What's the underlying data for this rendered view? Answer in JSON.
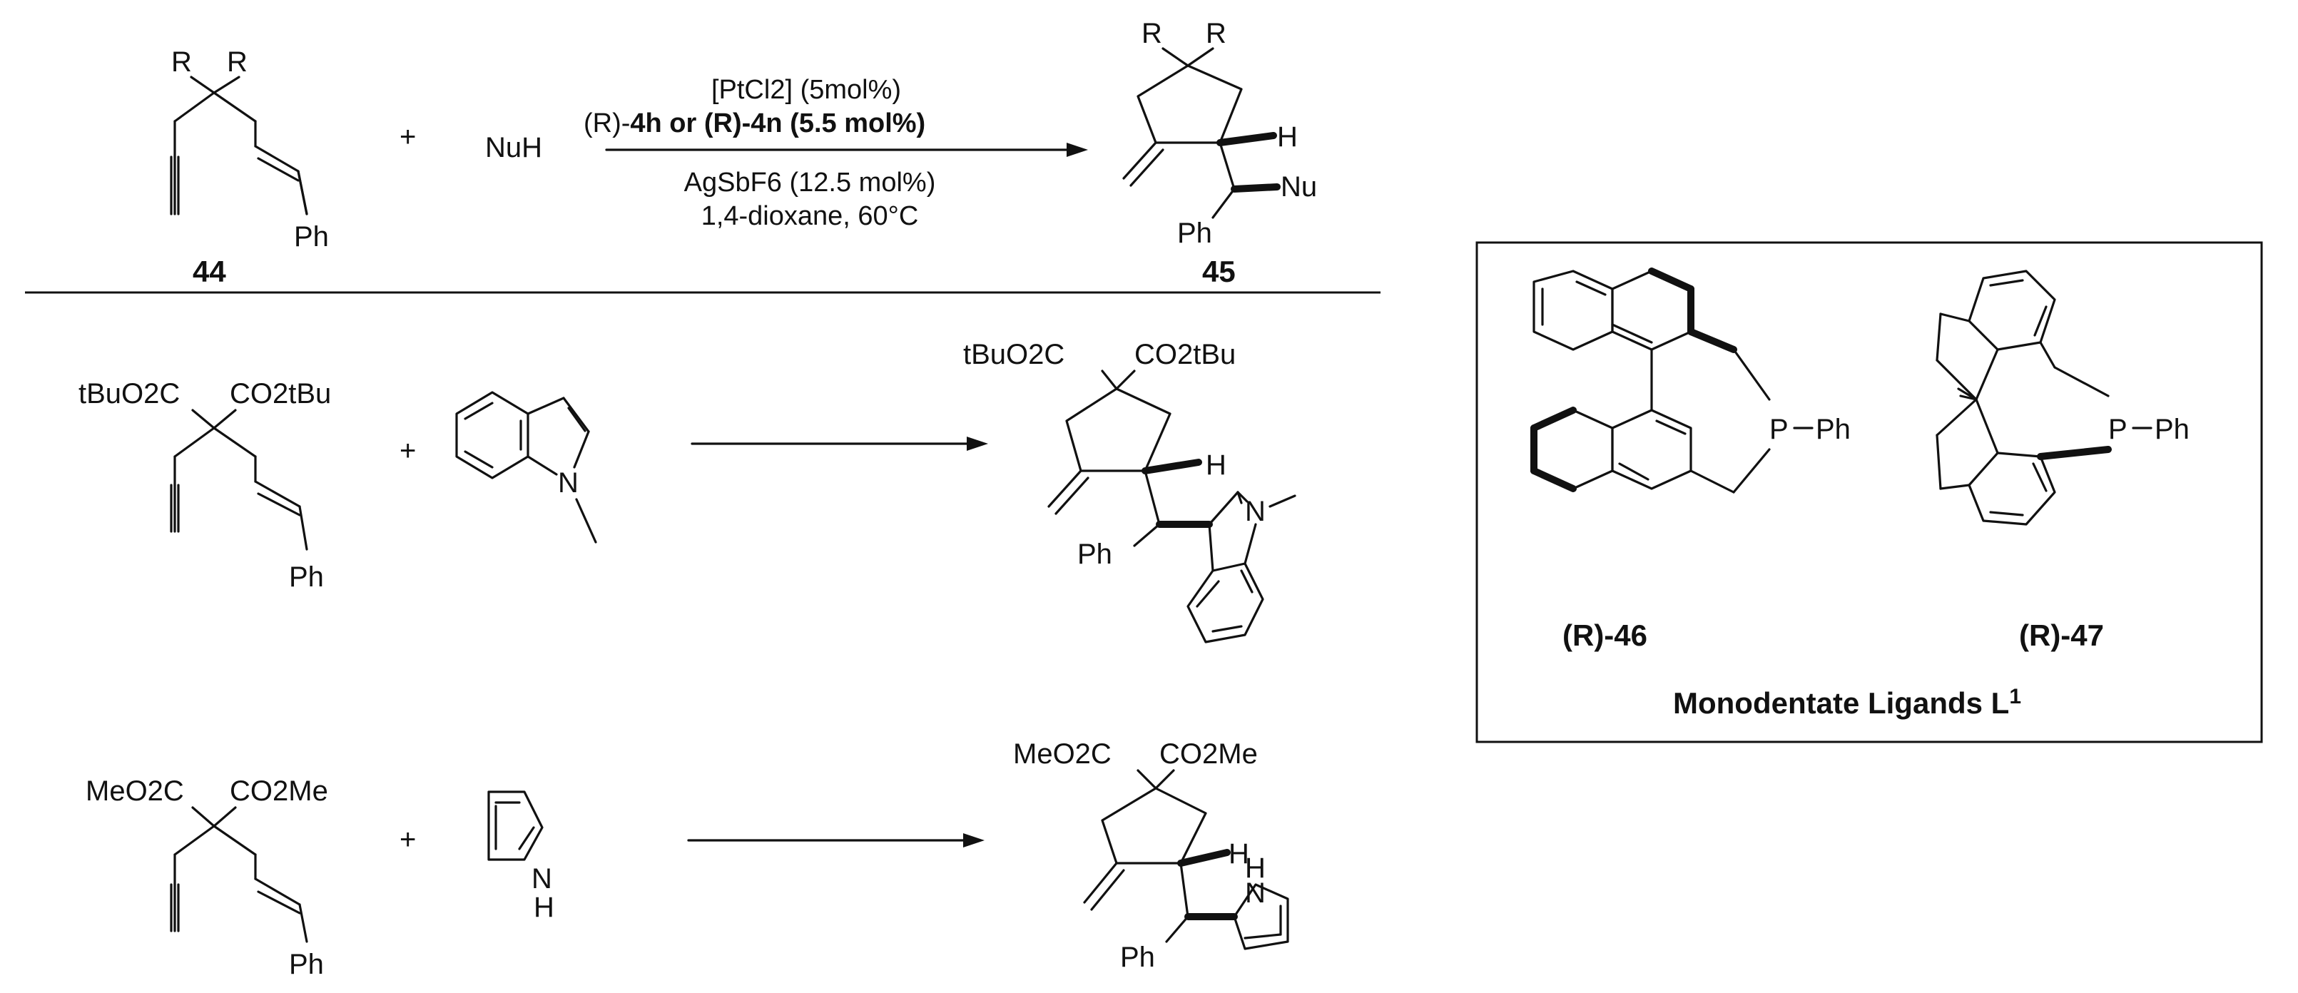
{
  "colors": {
    "ink": "#111111",
    "background": "#ffffff"
  },
  "scheme": {
    "reactant_44": {
      "substituent_top_1": "R",
      "substituent_top_2": "R",
      "aryl": "Ph",
      "number": "44"
    },
    "plus": "+",
    "nucleophile": "NuH",
    "conditions": {
      "catalyst": "[PtCl2] (5mol%)",
      "ligand_prefix": "(R)-",
      "ligand_bold": "4h or (R)-4n (5.5 mol%)",
      "silver_salt": "AgSbF6 (12.5 mol%)",
      "solvent_temp": "1,4-dioxane, 60°C"
    },
    "product_45": {
      "substituent_top_1": "R",
      "substituent_top_2": "R",
      "stereo_h": "H",
      "nu": "Nu",
      "aryl": "Ph",
      "number": "45"
    }
  },
  "examples": [
    {
      "substrate_ester_left": "tBuO2C",
      "substrate_ester_right": "CO2tBu",
      "substrate_aryl": "Ph",
      "nucleophile_atom": "N",
      "product_ester_left": "tBuO2C",
      "product_ester_right": "CO2tBu",
      "product_h": "H",
      "product_n": "N",
      "product_aryl": "Ph"
    },
    {
      "substrate_ester_left": "MeO2C",
      "substrate_ester_right": "CO2Me",
      "substrate_aryl": "Ph",
      "nucleophile_nh": "N",
      "nucleophile_h": "H",
      "product_ester_left": "MeO2C",
      "product_ester_right": "CO2Me",
      "product_h": "H",
      "product_nh": "N",
      "product_nh_h": "H",
      "product_aryl": "Ph"
    }
  ],
  "ligands_box": {
    "ligand_1": {
      "label": "(R)-46",
      "phosphorus": "P",
      "aryl": "Ph"
    },
    "ligand_2": {
      "label": "(R)-47",
      "phosphorus": "P",
      "aryl": "Ph"
    },
    "caption": "Monodentate Ligands L",
    "caption_superscript": "1"
  }
}
